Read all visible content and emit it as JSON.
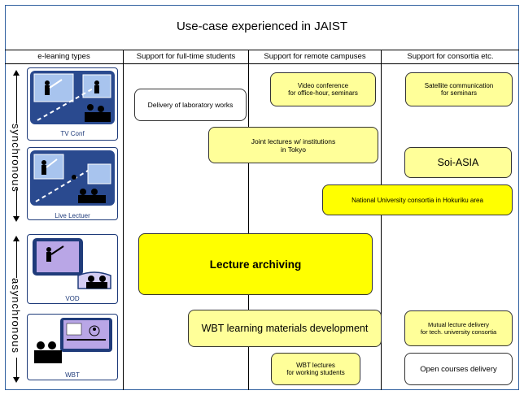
{
  "title": "Use-case experienced in JAIST",
  "headers": [
    "e-leaning types",
    "Support for full-time students",
    "Support for remote campuses",
    "Support for consortia etc."
  ],
  "axis": {
    "synchronous": "synchronous",
    "asynchronous": "asynchronous"
  },
  "icons": {
    "tv_conf": "TV Conf",
    "live_lecturer": "Live Lectuer",
    "vod": "VOD",
    "wbt": "WBT"
  },
  "boxes": {
    "lab_works": "Delivery of laboratory works",
    "video_conf": "Video conference\nfor office-hour, seminars",
    "satellite": "Satellite communication\nfor seminars",
    "joint_lectures": "Joint lectures  w/ institutions\nin Tokyo",
    "soi_asia": "Soi-ASIA",
    "national_consortia": "National University consortia in Hokuriku area",
    "lecture_archiving": "Lecture archiving",
    "wbt_materials": "WBT learning materials development",
    "mutual_lecture": "Mutual lecture delivery\nfor tech. university consortia",
    "wbt_lectures": "WBT lectures\nfor working students",
    "open_courses": "Open courses delivery"
  },
  "colors": {
    "frame": "#2f5f9f",
    "light_yellow": "#ffff99",
    "yellow": "#ffff00",
    "icon_blue": "#1f3b7a"
  }
}
